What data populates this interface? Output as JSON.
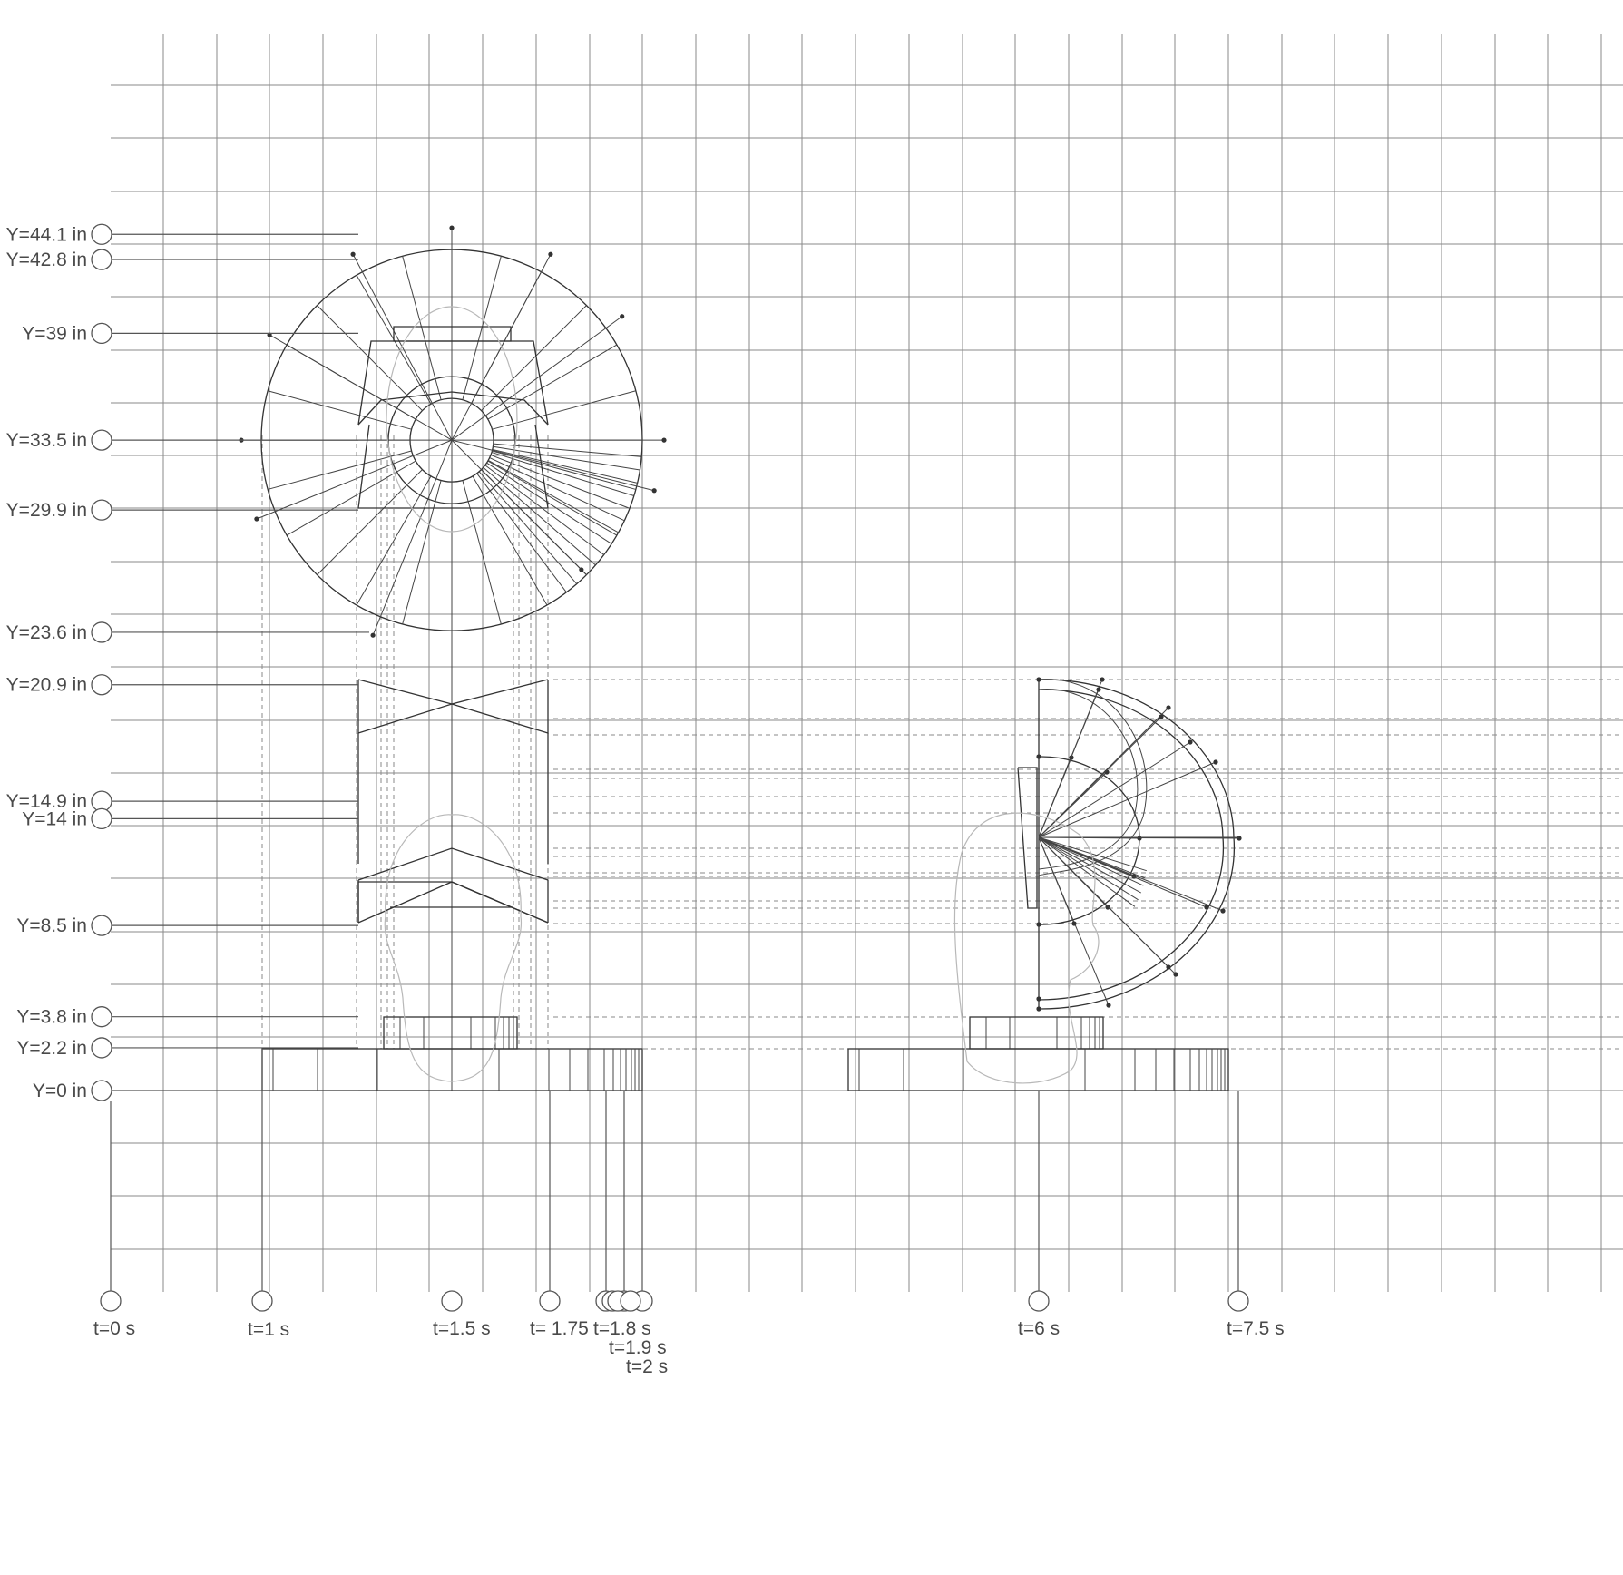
{
  "y_markers": [
    {
      "value": 44.1,
      "label": "Y=44.1 in"
    },
    {
      "value": 42.8,
      "label": "Y=42.8 in"
    },
    {
      "value": 39,
      "label": "Y=39 in"
    },
    {
      "value": 33.5,
      "label": "Y=33.5 in"
    },
    {
      "value": 29.9,
      "label": "Y=29.9 in"
    },
    {
      "value": 23.6,
      "label": "Y=23.6 in"
    },
    {
      "value": 20.9,
      "label": "Y=20.9 in"
    },
    {
      "value": 14.9,
      "label": "Y=14.9 in"
    },
    {
      "value": 14,
      "label": "Y=14 in"
    },
    {
      "value": 8.5,
      "label": "Y=8.5 in"
    },
    {
      "value": 3.8,
      "label": "Y=3.8 in"
    },
    {
      "value": 2.2,
      "label": "Y=2.2 in"
    },
    {
      "value": 0,
      "label": "Y=0 in"
    }
  ],
  "t_markers": [
    {
      "value": 0,
      "label": "t=0 s"
    },
    {
      "value": 1,
      "label": "t=1 s"
    },
    {
      "value": 1.5,
      "label": "t=1.5 s"
    },
    {
      "value": 1.75,
      "label": "t= 1.75"
    },
    {
      "value": 1.8,
      "label": "t=1.8 s"
    },
    {
      "value": 1.9,
      "label": "t=1.9 s"
    },
    {
      "value": 2,
      "label": "t=2 s"
    },
    {
      "value": 6,
      "label": "t=6 s"
    },
    {
      "value": 7.5,
      "label": "t=7.5 s"
    }
  ],
  "colors": {
    "grid": "#8a8a8a",
    "ink": "#333333",
    "dashed": "#8a8a8a",
    "ghost_outline": "#b8b8b8",
    "label_text": "#4a4a4a"
  }
}
